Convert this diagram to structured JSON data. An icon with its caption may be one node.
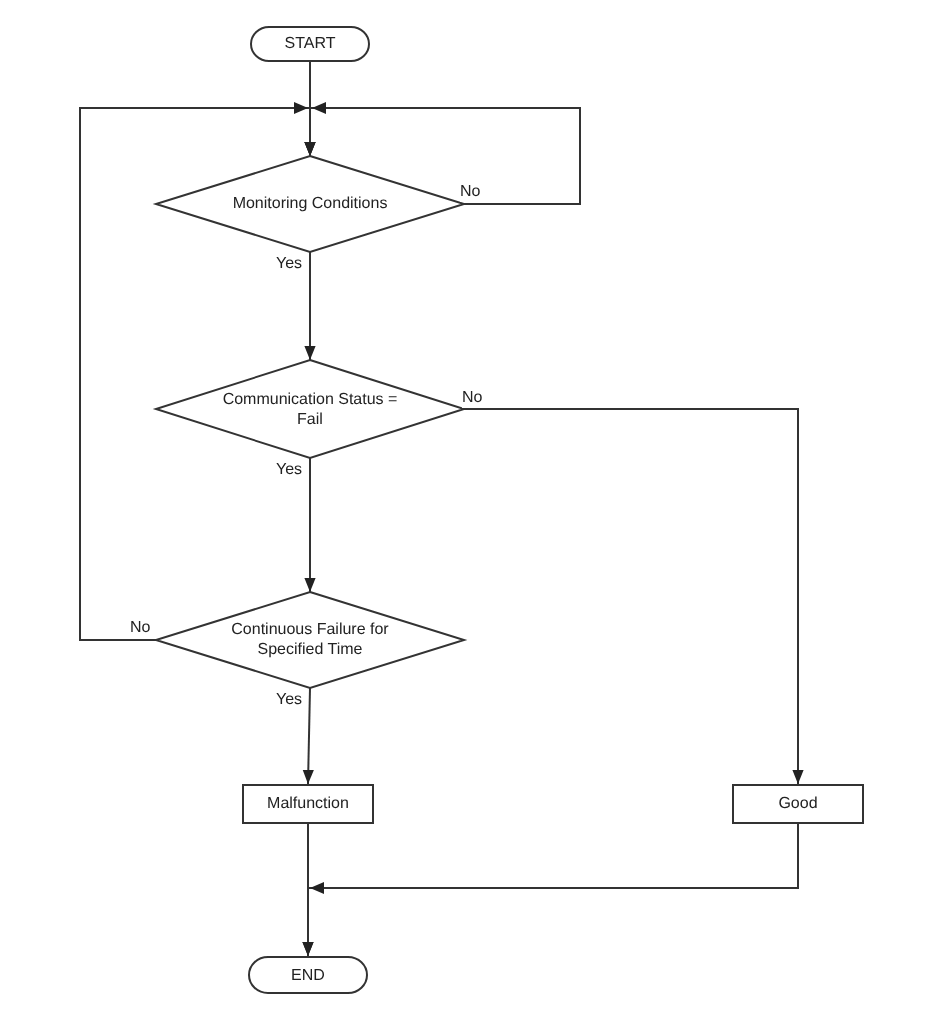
{
  "diagram": {
    "nodes": [
      {
        "text": [
          "START"
        ]
      },
      {
        "text": [
          "Monitoring Conditions"
        ]
      },
      {
        "text": [
          "Communication Status = Fail"
        ]
      },
      {
        "text": [
          "Continuous Failure for Specified Time"
        ]
      },
      {
        "text": [
          "Malfunction"
        ]
      },
      {
        "text": [
          "Good"
        ]
      },
      {
        "text": [
          "END"
        ]
      }
    ],
    "edges": [
      {
        "from": 0,
        "to": 1,
        "arrow": "to"
      },
      {
        "from": 1,
        "to": 2,
        "arrow": "to",
        "label": "Yes"
      },
      {
        "from": 1,
        "to": 1,
        "arrow": "to",
        "label": "No"
      },
      {
        "from": 3,
        "to": 1,
        "arrow": "to",
        "label": "No"
      },
      {
        "from": 2,
        "to": 5,
        "arrow": "to",
        "label": "No"
      },
      {
        "from": 2,
        "to": 3,
        "arrow": "to",
        "label": "Yes"
      },
      {
        "from": 3,
        "to": 4,
        "arrow": "to",
        "label": "Yes"
      },
      {
        "from": 4,
        "to": 6,
        "arrow": "to"
      },
      {
        "from": 5,
        "to": 6,
        "arrow": "to"
      }
    ]
  }
}
